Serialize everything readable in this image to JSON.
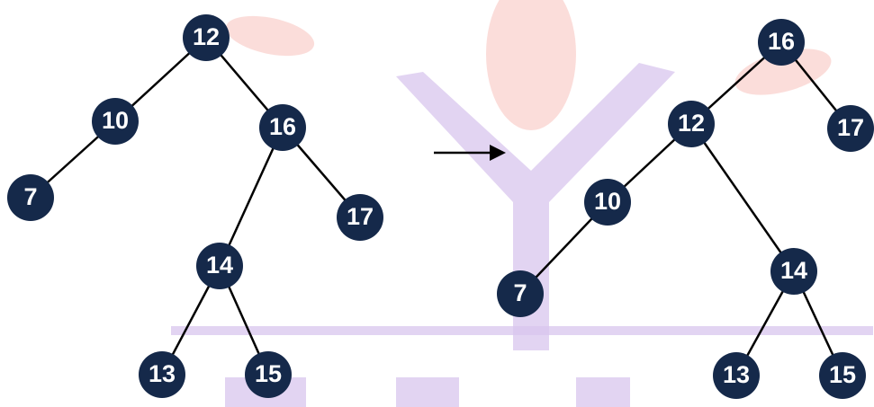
{
  "diagram": {
    "colors": {
      "node_fill": "#15294a",
      "node_text": "#ffffff",
      "edge": "#000000",
      "watermark_purple": "#d8c6ee",
      "watermark_salmon": "#f9cfcb"
    },
    "trees": {
      "before": {
        "nodes": [
          {
            "id": "b12",
            "label": "12"
          },
          {
            "id": "b10",
            "label": "10"
          },
          {
            "id": "b16",
            "label": "16"
          },
          {
            "id": "b7",
            "label": "7"
          },
          {
            "id": "b17",
            "label": "17"
          },
          {
            "id": "b14",
            "label": "14"
          },
          {
            "id": "b13",
            "label": "13"
          },
          {
            "id": "b15",
            "label": "15"
          }
        ],
        "edges": [
          [
            "b12",
            "b10"
          ],
          [
            "b12",
            "b16"
          ],
          [
            "b10",
            "b7"
          ],
          [
            "b16",
            "b14"
          ],
          [
            "b16",
            "b17"
          ],
          [
            "b14",
            "b13"
          ],
          [
            "b14",
            "b15"
          ]
        ]
      },
      "after": {
        "nodes": [
          {
            "id": "a16",
            "label": "16"
          },
          {
            "id": "a12",
            "label": "12"
          },
          {
            "id": "a17",
            "label": "17"
          },
          {
            "id": "a10",
            "label": "10"
          },
          {
            "id": "a14",
            "label": "14"
          },
          {
            "id": "a7",
            "label": "7"
          },
          {
            "id": "a13",
            "label": "13"
          },
          {
            "id": "a15",
            "label": "15"
          }
        ],
        "edges": [
          [
            "a16",
            "a12"
          ],
          [
            "a16",
            "a17"
          ],
          [
            "a12",
            "a10"
          ],
          [
            "a12",
            "a14"
          ],
          [
            "a10",
            "a7"
          ],
          [
            "a14",
            "a13"
          ],
          [
            "a14",
            "a15"
          ]
        ]
      }
    },
    "arrow_icon": "right-arrow-icon"
  }
}
